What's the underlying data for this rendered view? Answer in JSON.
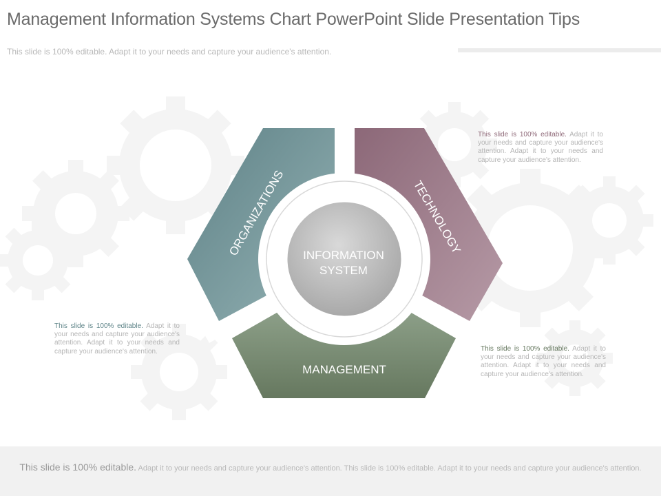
{
  "header": {
    "title": "Management Information Systems Chart PowerPoint Slide Presentation Tips",
    "subtitle": "This slide is 100% editable. Adapt it to your needs and capture your audience's attention."
  },
  "diagram": {
    "center_line1": "INFORMATION",
    "center_line2": "SYSTEM",
    "segments": {
      "organizations": "ORGANIZATIONS",
      "technology": "TECHNOLOGY",
      "management": "MANAGEMENT"
    }
  },
  "notes": {
    "technology": {
      "lead": "This slide is 100% editable.",
      "body": " Adapt it to your needs and capture your audience's attention. Adapt it to your needs and capture your audience's attention."
    },
    "organizations": {
      "lead": "This slide is 100% editable.",
      "body": " Adapt it to your needs and capture your audience's attention. Adapt it to your needs and capture your audience's attention."
    },
    "management": {
      "lead": "This slide is 100% editable.",
      "body": " Adapt it to your needs and capture your audience's attention. Adapt it to your needs and capture your audience's attention."
    }
  },
  "footer": {
    "lead": "This slide is 100% editable.",
    "body": " Adapt it to your needs and capture your audience's attention. This slide is 100% editable. Adapt it to your needs and capture your audience's attention."
  },
  "colors": {
    "organizations": "#6f9094",
    "technology": "#9b7886",
    "management": "#7a8d72",
    "center": "#bdbdbd"
  }
}
